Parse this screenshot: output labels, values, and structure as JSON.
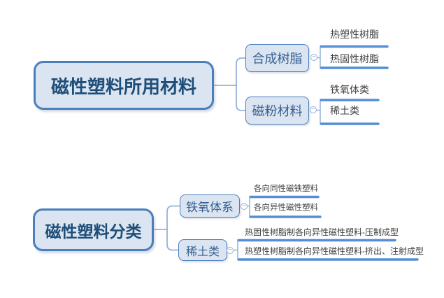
{
  "glyphs": {
    "collapse": "−"
  },
  "colors": {
    "node_border": "#4A7EBC",
    "node_fill": "#DBE5F1",
    "connector_line": "#94B2D9",
    "leaf_underline": "#558ED5",
    "root_text": "#1F4E79",
    "branch_text": "#376092",
    "leaf_text": "#3F3F3F",
    "background": "#FFFFFF"
  },
  "maps": [
    {
      "root": "磁性塑料所用材料",
      "branches": [
        {
          "label": "合成树脂",
          "children": [
            "热塑性树脂",
            "热固性树脂"
          ]
        },
        {
          "label": "磁粉材料",
          "children": [
            "铁氧体类",
            "稀土类"
          ]
        }
      ]
    },
    {
      "root": "磁性塑料分类",
      "branches": [
        {
          "label": "铁氧体系",
          "children": [
            "各向同性磁铁塑料",
            "各向异性磁性塑料"
          ]
        },
        {
          "label": "稀土类",
          "children": [
            "热固性树脂制各向异性磁性塑料-压制成型",
            "热塑性树脂制各向异性磁性塑料-挤出、注射成型"
          ]
        }
      ]
    }
  ]
}
